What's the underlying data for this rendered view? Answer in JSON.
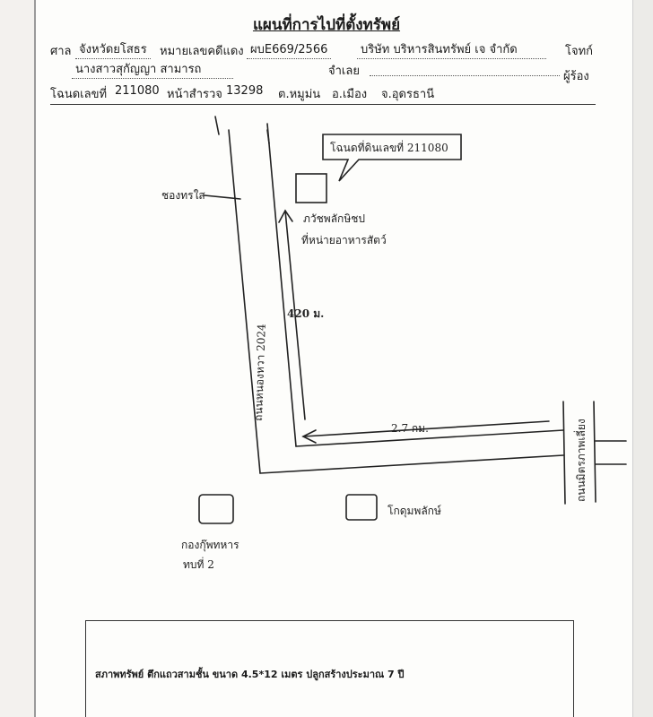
{
  "header": {
    "title": "แผนที่การไปที่ตั้งทรัพย์",
    "court_label": "ศาล",
    "court_value": "จังหวัดยโสธร",
    "case_label": "หมายเลขคดีแดง",
    "case_value": "ผบE669/2566",
    "plaintiff_value": "บริษัท บริหารสินทรัพย์ เจ จำกัด",
    "plaintiff_label": "โจทก์",
    "defendant_value": "นางสาวสุกัญญา สามารถ",
    "defendant_label": "จำเลย",
    "applicant_label": "ผู้ร้อง",
    "deed_label": "โฉนดเลขที่",
    "deed_value": "211080",
    "survey_label": "หน้าสำรวจ",
    "survey_value": "13298",
    "subdistrict": "ต.หมูม่น",
    "district": "อ.เมือง",
    "province": "จ.อุดรธานี"
  },
  "map": {
    "callout": "โฉนดที่ดินเลขที่ 211080",
    "landmark_top_left": "ชองทรใส",
    "property_label_1": "ภวัชพลักษิชป",
    "property_label_2": "ที่หน่ายอาหารสัตว์",
    "distance_vertical": "420 ม.",
    "road_name": "ถนนหนองหวา 2024",
    "distance_horizontal": "2.7 กม.",
    "right_road": "ถนนมิตรภาพเลี่ยง",
    "landmark_bottom_right": "โกดุมพลักษ์",
    "landmark_bottom_left_1": "กองกุ๊พทหาร",
    "landmark_bottom_left_2": "ทบที่ 2"
  },
  "footer": {
    "description": "สภาพทรัพย์ ตึกแถวสามชั้น ขนาด 4.5*12 เมตร ปลูกสร้างประมาณ 7 ปี"
  }
}
